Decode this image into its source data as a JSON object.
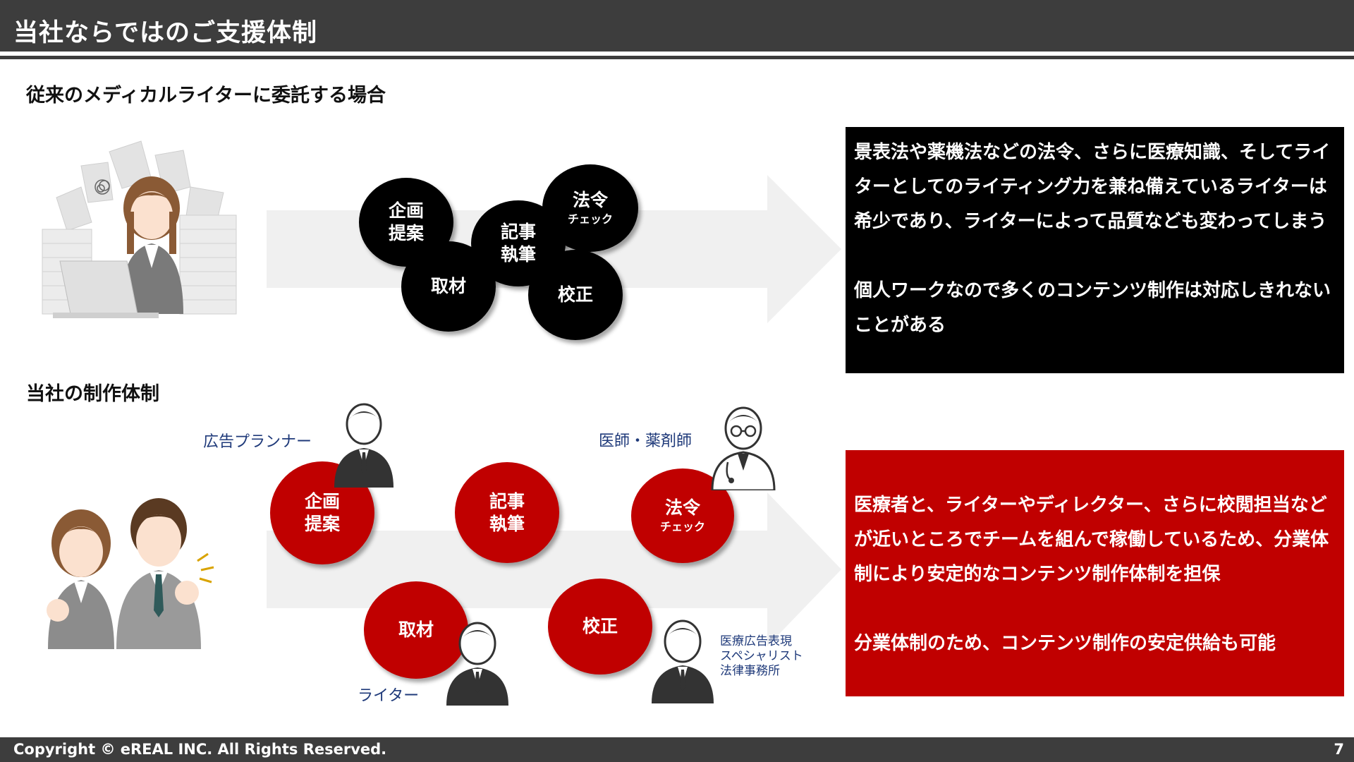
{
  "header": {
    "title": "当社ならではのご支援体制"
  },
  "section1": {
    "title": "従来のメディカルライターに委託する場合",
    "circles": [
      {
        "line1": "企画",
        "line2": "提案"
      },
      {
        "line1": "取材",
        "line2": ""
      },
      {
        "line1": "記事",
        "line2": "執筆"
      },
      {
        "line1": "法令",
        "line2": "チェック"
      },
      {
        "line1": "校正",
        "line2": ""
      }
    ],
    "info": {
      "para1": "景表法や薬機法などの法令、さらに医療知識、そしてライターとしてのライティング力を兼ね備えているライターは希少であり、ライターによって品質なども変わってしまう",
      "para2": "個人ワークなので多くのコンテンツ制作は対応しきれないことがある"
    }
  },
  "section2": {
    "title": "当社の制作体制",
    "circles": [
      {
        "line1": "企画",
        "line2": "提案"
      },
      {
        "line1": "記事",
        "line2": "執筆"
      },
      {
        "line1": "法令",
        "line2": "チェック"
      },
      {
        "line1": "取材",
        "line2": ""
      },
      {
        "line1": "校正",
        "line2": ""
      }
    ],
    "roles": {
      "planner": "広告プランナー",
      "doctor": "医師・薬剤師",
      "writer": "ライター",
      "specialist_1": "医療広告表現",
      "specialist_2": "スペシャリスト",
      "specialist_3": "法律事務所"
    },
    "info": {
      "para1": "医療者と、ライターやディレクター、さらに校閲担当などが近いところでチームを組んで稼働しているため、分業体制により安定的なコンテンツ制作体制を担保",
      "para2": "分業体制のため、コンテンツ制作の安定供給も可能"
    }
  },
  "colors": {
    "dark": "#3d3d3d",
    "red": "#c00000",
    "black": "#000000",
    "role_text": "#1f3a7a"
  },
  "footer": {
    "copyright": "Copyright © eREAL INC. All Rights Reserved.",
    "page": "7"
  }
}
